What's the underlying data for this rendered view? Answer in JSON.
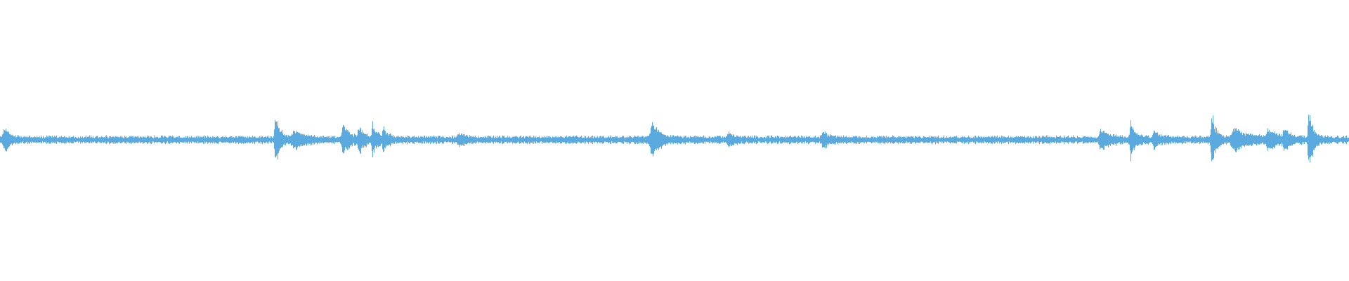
{
  "waveform": {
    "color": "#5aaae0",
    "baseline_amplitude": 0.012,
    "bursts": [
      {
        "position": 0.003,
        "amplitude": 0.045,
        "width": 0.004
      },
      {
        "position": 0.204,
        "amplitude": 0.1,
        "width": 0.003
      },
      {
        "position": 0.218,
        "amplitude": 0.03,
        "width": 0.008
      },
      {
        "position": 0.254,
        "amplitude": 0.07,
        "width": 0.004
      },
      {
        "position": 0.266,
        "amplitude": 0.05,
        "width": 0.004
      },
      {
        "position": 0.276,
        "amplitude": 0.06,
        "width": 0.003
      },
      {
        "position": 0.284,
        "amplitude": 0.045,
        "width": 0.003
      },
      {
        "position": 0.34,
        "amplitude": 0.02,
        "width": 0.004
      },
      {
        "position": 0.483,
        "amplitude": 0.075,
        "width": 0.005
      },
      {
        "position": 0.54,
        "amplitude": 0.022,
        "width": 0.004
      },
      {
        "position": 0.61,
        "amplitude": 0.025,
        "width": 0.005
      },
      {
        "position": 0.816,
        "amplitude": 0.04,
        "width": 0.006
      },
      {
        "position": 0.838,
        "amplitude": 0.07,
        "width": 0.003
      },
      {
        "position": 0.855,
        "amplitude": 0.03,
        "width": 0.004
      },
      {
        "position": 0.898,
        "amplitude": 0.11,
        "width": 0.003
      },
      {
        "position": 0.915,
        "amplitude": 0.04,
        "width": 0.01
      },
      {
        "position": 0.94,
        "amplitude": 0.035,
        "width": 0.006
      },
      {
        "position": 0.952,
        "amplitude": 0.035,
        "width": 0.004
      },
      {
        "position": 0.97,
        "amplitude": 0.13,
        "width": 0.003
      }
    ]
  }
}
